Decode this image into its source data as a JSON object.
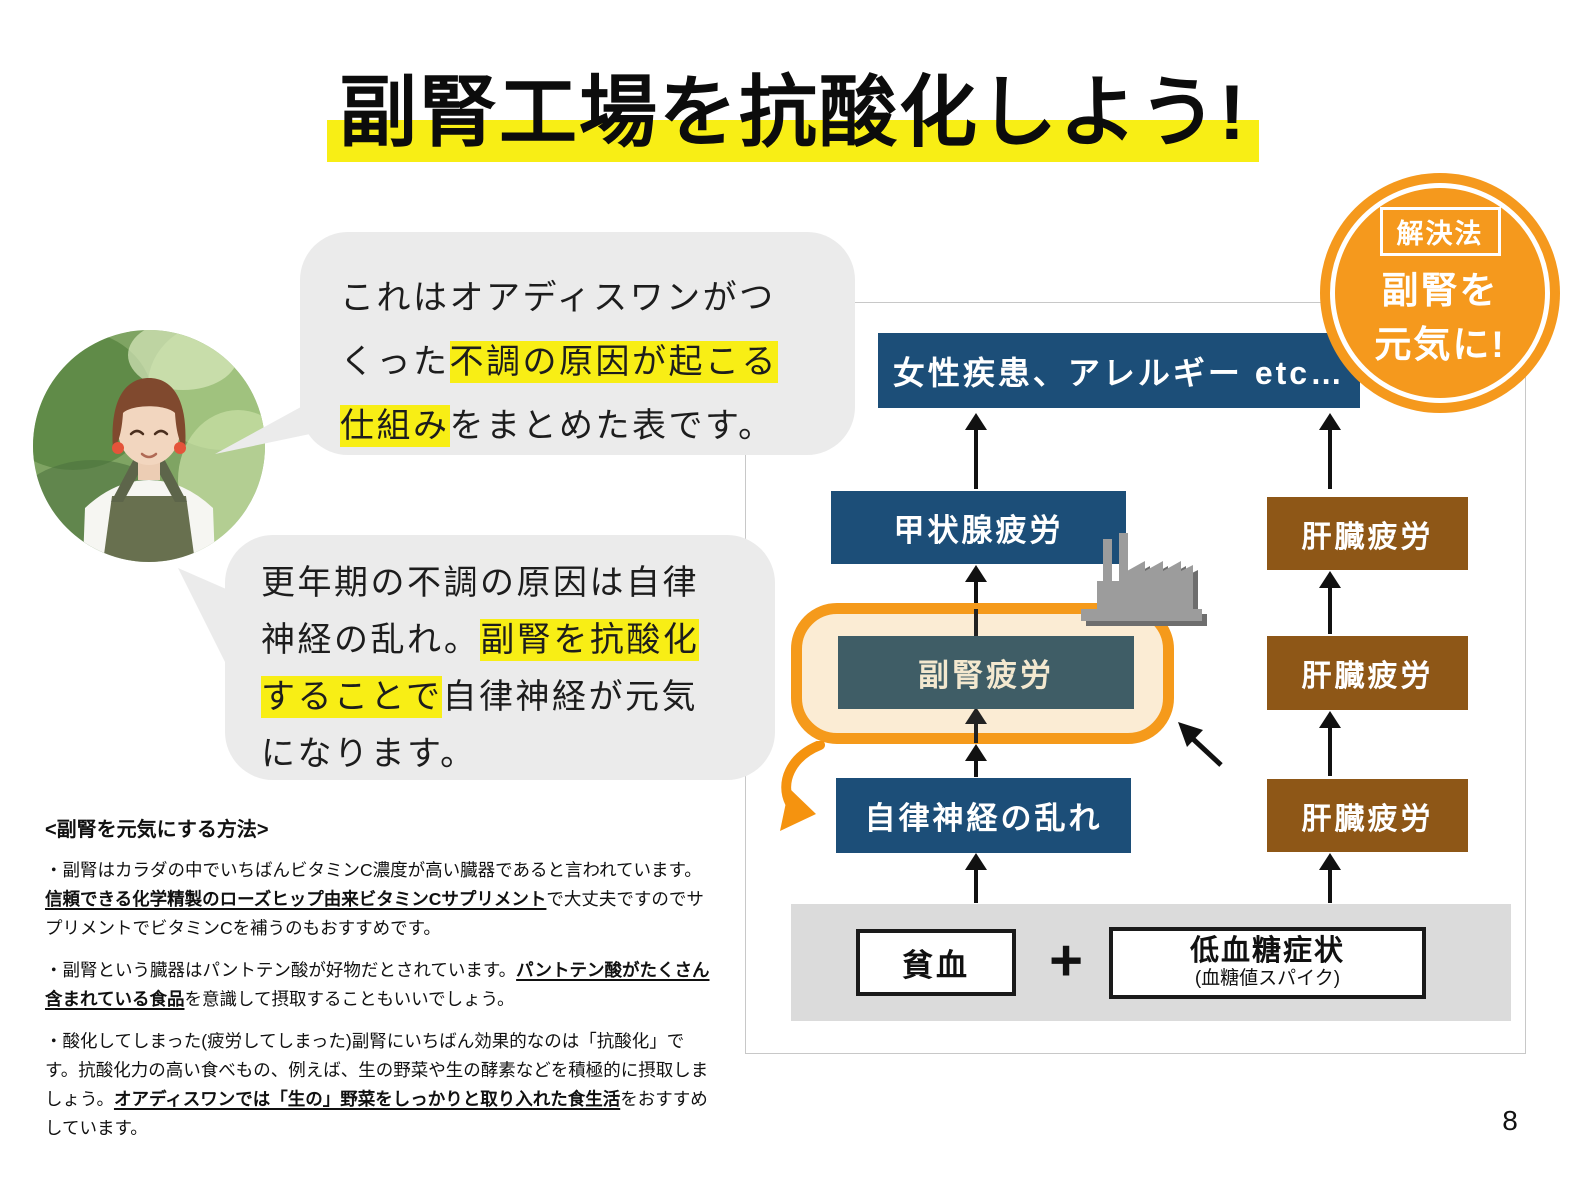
{
  "title": "副腎工場を抗酸化しよう!",
  "bubble1": {
    "line1": "これはオアディスワンがつ",
    "line2_plain": "くった",
    "line2_highlight": "不調の原因が起こる",
    "line3_highlight": "仕組み",
    "line3_plain": "をまとめた表です。"
  },
  "bubble2": {
    "line1": "更年期の不調の原因は自律",
    "line2_plain": "神経の乱れ。",
    "line2_highlight": "副腎を抗酸化",
    "line3_highlight": "することで",
    "line3_plain": "自律神経が元気",
    "line4": "になります。"
  },
  "badge": {
    "tag": "解決法",
    "line1": "副腎を",
    "line2": "元気に!"
  },
  "diagram": {
    "top_box": "女性疾患、アレルギー etc…",
    "thyroid": "甲状腺疲労",
    "adrenal": "副腎疲労",
    "autonomic": "自律神経の乱れ",
    "liver": [
      "肝臓疲労",
      "肝臓疲労",
      "肝臓疲労"
    ],
    "anemia": "貧血",
    "plus": "+",
    "hypoglycemia": "低血糖症状",
    "hypoglycemia_note": "(血糖値スパイク)"
  },
  "methods": {
    "heading": "<副腎を元気にする方法>",
    "p1": {
      "seg1": "・副腎はカラダの中でいちばんビタミンC濃度が高い臓器であると言われています。",
      "strong": "信頼できる化学精製のローズヒップ由来ビタミンCサプリメント",
      "seg2": "で大丈夫ですのでサプリメントでビタミンCを補うのもおすすめです。"
    },
    "p2": {
      "seg1": "・副腎という臓器はパントテン酸が好物だとされています。",
      "strong": "パントテン酸がたくさん含まれている食品",
      "seg2": "を意識して摂取することもいいでしょう。"
    },
    "p3": {
      "seg1": "・酸化してしまった(疲労してしまった)副腎にいちばん効果的なのは「抗酸化」です。抗酸化力の高い食べもの、例えば、生の野菜や生の酵素などを積極的に摂取しましょう。",
      "strong": "オアディスワンでは「生の」野菜をしっかりと取り入れた食生活",
      "seg2": "をおすすめしています。"
    }
  },
  "page_number": "8",
  "colors": {
    "accent_orange": "#F5991D",
    "dark_blue": "#1C4E78",
    "brown": "#8E5717",
    "teal": "#3F5D66",
    "cream": "#FBECD4",
    "highlight_yellow": "#F8EE15",
    "bubble_gray": "#EBEBEB"
  }
}
